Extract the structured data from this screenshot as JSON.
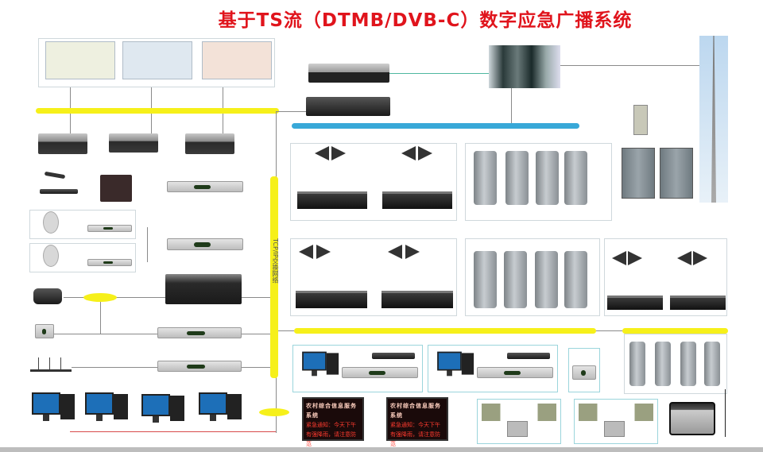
{
  "title": "基于TS流（DTMB/DVB-C）数字应急广播系统",
  "network_label": "TCP/IP交换网络",
  "led_signs": [
    {
      "header": "农村综合信息服务系统",
      "line1": "紧急通知：今天下午",
      "line2": "有强降雨，请注意防范"
    },
    {
      "header": "农村综合信息服务系统",
      "line1": "紧急通知：今天下午",
      "line2": "有强降雨，请注意防范"
    }
  ],
  "colors": {
    "title": "#e0141c",
    "bus_yellow": "#f6f01a",
    "bus_blue": "#38a8d8",
    "link_red": "#d84a4a"
  }
}
